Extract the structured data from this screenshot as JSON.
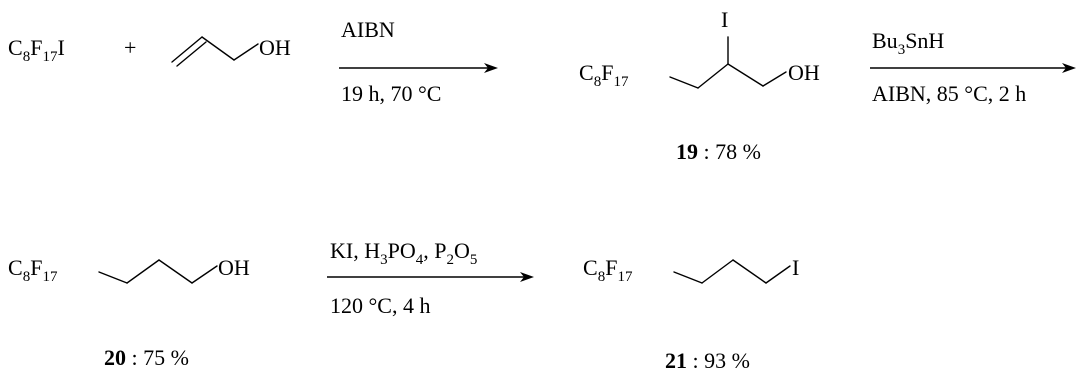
{
  "reaction1": {
    "reactant1": {
      "main": "C",
      "sub1": "8",
      "mid": "F",
      "sub2": "17",
      "tail": "I"
    },
    "plus": "+",
    "reactant2_group": "OH",
    "conditions_above": "AIBN",
    "conditions_below": "19 h, 70 °C"
  },
  "compound19": {
    "chain": {
      "main": "C",
      "sub1": "8",
      "mid": "F",
      "sub2": "17"
    },
    "substituent": "I",
    "group": "OH",
    "number": "19",
    "yield": " : 78 %"
  },
  "reaction2": {
    "reagent_main": "Bu",
    "reagent_sub": "3",
    "reagent_tail": "SnH",
    "conditions_below": "AIBN, 85 °C, 2 h"
  },
  "compound20": {
    "chain": {
      "main": "C",
      "sub1": "8",
      "mid": "F",
      "sub2": "17"
    },
    "group": "OH",
    "number": "20",
    "yield": " : 75 %"
  },
  "reaction3": {
    "reagents": {
      "a": "KI, H",
      "a_sub": "3",
      "b": "PO",
      "b_sub": "4",
      "c": ", P",
      "c_sub": "2",
      "d": "O",
      "d_sub": "5"
    },
    "conditions_below": "120 °C, 4 h"
  },
  "compound21": {
    "chain": {
      "main": "C",
      "sub1": "8",
      "mid": "F",
      "sub2": "17"
    },
    "group": "I",
    "number": "21",
    "yield": " : 93 %"
  }
}
